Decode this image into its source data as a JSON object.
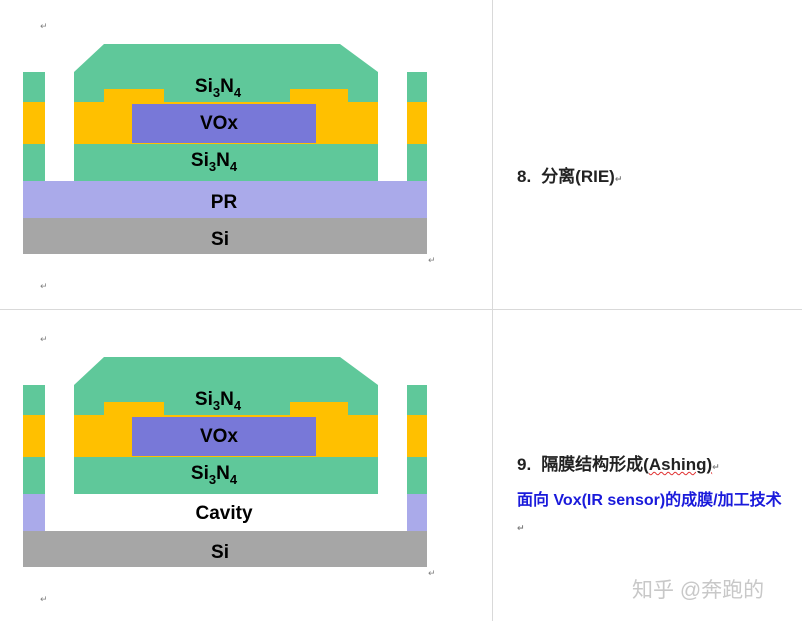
{
  "steps": [
    {
      "number": "8.",
      "title": "分离(RIE)",
      "title_plain": "",
      "title_squiggle": ""
    },
    {
      "number": "9.",
      "title": "",
      "title_plain": "隔膜结构形成(",
      "title_squiggle": "Ashing)"
    }
  ],
  "description": "面向 Vox(IR sensor)的成膜/加工技术",
  "diagram1": {
    "top_nitride": {
      "base": "Si",
      "sub": "3",
      "elem": "N",
      "sub2": "4"
    },
    "vox": "VOx",
    "mid_nitride": {
      "base": "Si",
      "sub": "3",
      "elem": "N",
      "sub2": "4"
    },
    "pr": "PR",
    "substrate": "Si"
  },
  "diagram2": {
    "top_nitride": {
      "base": "Si",
      "sub": "3",
      "elem": "N",
      "sub2": "4"
    },
    "vox": "VOx",
    "mid_nitride": {
      "base": "Si",
      "sub": "3",
      "elem": "N",
      "sub2": "4"
    },
    "cavity": "Cavity",
    "substrate": "Si"
  },
  "paragraph_mark": "↵",
  "watermark": "知乎 @奔跑的",
  "colors": {
    "nitride": "#5fc89a",
    "gold": "#ffc000",
    "vox": "#7878d8",
    "pr": "#aaaaea",
    "si": "#a6a6a6",
    "description": "#1a1adb"
  }
}
